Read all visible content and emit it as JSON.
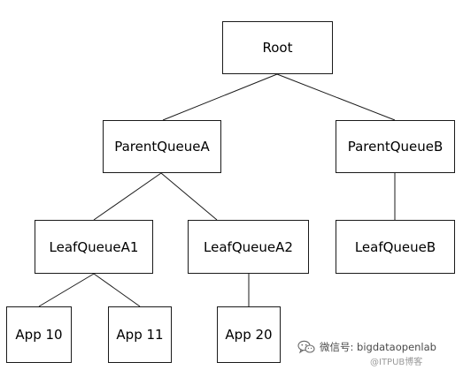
{
  "nodes": {
    "root": "Root",
    "parent_queue_a": "ParentQueueA",
    "parent_queue_b": "ParentQueueB",
    "leaf_queue_a1": "LeafQueueA1",
    "leaf_queue_a2": "LeafQueueA2",
    "leaf_queue_b": "LeafQueueB",
    "app10": "App 10",
    "app11": "App 11",
    "app20": "App 20"
  },
  "edges": [
    [
      "root",
      "parent_queue_a"
    ],
    [
      "root",
      "parent_queue_b"
    ],
    [
      "parent_queue_a",
      "leaf_queue_a1"
    ],
    [
      "parent_queue_a",
      "leaf_queue_a2"
    ],
    [
      "parent_queue_b",
      "leaf_queue_b"
    ],
    [
      "leaf_queue_a1",
      "app10"
    ],
    [
      "leaf_queue_a1",
      "app11"
    ],
    [
      "leaf_queue_a2",
      "app20"
    ]
  ],
  "watermark": {
    "icon": "wechat-icon",
    "text": "微信号: bigdataopenlab",
    "subtext": "@ITPUB博客"
  },
  "colors": {
    "line": "#1a1a1a",
    "node_border": "#1a1a1a",
    "watermark": "#4a4a4a"
  }
}
